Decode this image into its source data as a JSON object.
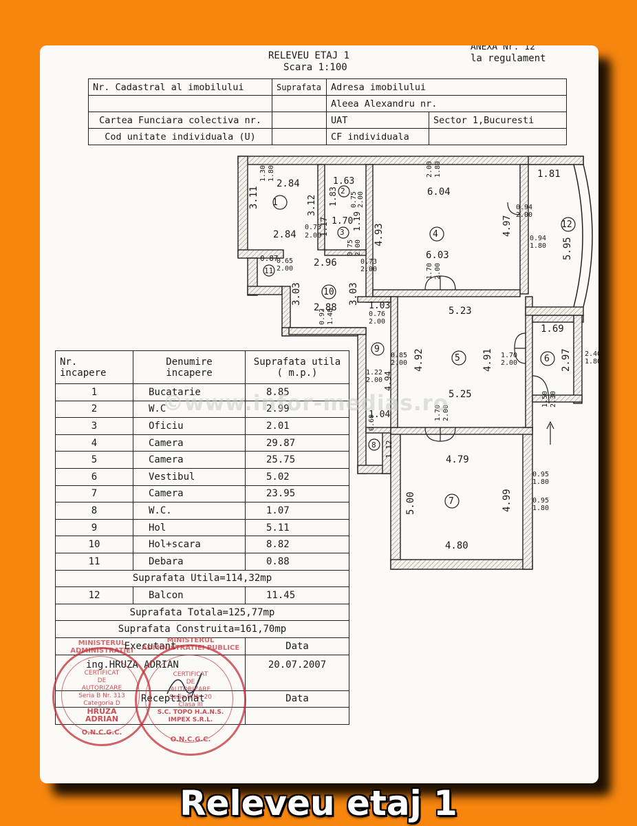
{
  "sheet": {
    "title": "RELEVEU ETAJ 1",
    "scale": "Scara 1:100",
    "annex_line1": "ANEXA Nr. 12",
    "annex_line2": "la regulament"
  },
  "header": {
    "nr_cadastral_label": "Nr. Cadastral al imobilului",
    "suprafata_label": "Suprafata",
    "adresa_label": "Adresa imobilului",
    "adresa_value": "Aleea Alexandru nr.",
    "carte_funciara_label": "Cartea Funciara colectiva nr.",
    "uat_label": "UAT",
    "uat_value": "Sector 1,Bucuresti",
    "cod_unitate_label": "Cod unitate individuala (U)",
    "cf_label": "CF individuala"
  },
  "legend": {
    "col_nr_1": "Nr.",
    "col_nr_2": "incapere",
    "col_den_1": "Denumire",
    "col_den_2": "incapere",
    "col_sup_1": "Suprafata utila",
    "col_sup_2": "( m.p.)",
    "rows": [
      {
        "nr": "1",
        "name": "Bucatarie",
        "area": "8.85"
      },
      {
        "nr": "2",
        "name": "W.C",
        "area": "2.99"
      },
      {
        "nr": "3",
        "name": "Oficiu",
        "area": "2.01"
      },
      {
        "nr": "4",
        "name": "Camera",
        "area": "29.87"
      },
      {
        "nr": "5",
        "name": "Camera",
        "area": "25.75"
      },
      {
        "nr": "6",
        "name": "Vestibul",
        "area": "5.02"
      },
      {
        "nr": "7",
        "name": "Camera",
        "area": "23.95"
      },
      {
        "nr": "8",
        "name": "W.C.",
        "area": "1.07"
      },
      {
        "nr": "9",
        "name": "Hol",
        "area": "5.11"
      },
      {
        "nr": "10",
        "name": "Hol+scara",
        "area": "8.82"
      },
      {
        "nr": "11",
        "name": "Debara",
        "area": "0.88"
      }
    ],
    "suprafata_utila": "Suprafata Utila=114,32mp",
    "balcon": {
      "nr": "12",
      "name": "Balcon",
      "area": "11.45"
    },
    "suprafata_totala": "Suprafata Totala=125,77mp",
    "suprafata_construita": "Suprafata Construita=161,70mp",
    "executant_label": "Executant",
    "data_label": "Data",
    "executant_name": "ing.HRUZA ADRIAN",
    "executant_date": "20.07.2007",
    "receptionat_label": "Receptionat",
    "data_label_2": "Data"
  },
  "plan": {
    "d_2_84_top": "2.84",
    "d_2_84_bot": "2.84",
    "d_3_11": "3.11",
    "d_1_30": "1.30",
    "d_1_80a": "1.80",
    "d_1_63": "1.63",
    "d_1_83": "1.83",
    "d_3_12": "3.12",
    "d_0_73a": "0.73",
    "d_2_00a": "2.00",
    "d_1_17": "1.17",
    "d_1_70a": "1.70",
    "d_0_75a": "0.75",
    "d_2_00b": "2.00",
    "d_1_19": "1.19",
    "d_0_75b": "0.75",
    "d_2_00c": "2.00",
    "d_6_04": "6.04",
    "d_2_00d": "2.00",
    "d_1_80b": "1.80",
    "d_4_93": "4.93",
    "d_6_03": "6.03",
    "d_4_97": "4.97",
    "d_0_94a": "0.94",
    "d_2_00e": "2.00",
    "d_0_94b": "0.94",
    "d_1_80c": "1.80",
    "d_1_81": "1.81",
    "d_5_95": "5.95",
    "d_0_87": "0.87",
    "d_0_65": "0.65",
    "d_2_00f": "2.00",
    "d_2_96": "2.96",
    "d_0_73b": "0.73",
    "d_2_00g": "2.00",
    "d_3_03a": "3.03",
    "d_3_03b": "3.03",
    "d_2_88": "2.88",
    "d_0_92": "0.92",
    "d_1_48": "1.48",
    "d_1_70b": "1.70",
    "d_2_00h": "2.00",
    "d_1_03": "1.03",
    "d_0_76": "0.76",
    "d_2_00i": "2.00",
    "d_5_23": "5.23",
    "d_1_69": "1.69",
    "d_0_85": "0.85",
    "d_2_00j": "2.00",
    "d_4_92": "4.92",
    "d_4_91": "4.91",
    "d_1_70c": "1.70",
    "d_2_00k": "2.00",
    "d_2_97": "2.97",
    "d_2_40": "2.40",
    "d_1_80d": "1.80",
    "d_1_22": "1.22",
    "d_2_00l": "2.00",
    "d_4_94": "4.94",
    "d_5_25": "5.25",
    "d_1_50": "1.50",
    "d_2_30": "2.30",
    "d_1_04": "1.04",
    "d_0_60": "0.60",
    "d_1_12": "1.12",
    "d_1_70d": "1.70",
    "d_2_00m": "2.00",
    "d_4_79": "4.79",
    "d_0_95a": "0.95",
    "d_1_80e": "1.80",
    "d_5_00": "5.00",
    "d_4_99": "4.99",
    "d_0_95b": "0.95",
    "d_1_80f": "1.80",
    "d_4_80": "4.80",
    "room_1": "1",
    "room_2": "2",
    "room_3": "3",
    "room_4": "4",
    "room_5": "5",
    "room_6": "6",
    "room_7": "7",
    "room_8": "8",
    "room_9": "9",
    "room_10": "10",
    "room_11": "11",
    "room_12": "12"
  },
  "watermark": "©www.infor-medias.ro",
  "stamp_left": {
    "ring_text": "MINISTERUL ADMINISTRATIEI",
    "line1": "CERTIFICAT",
    "line2": "DE",
    "line3": "AUTORIZARE",
    "line4": "Seria B Nr. 313",
    "line5": "Categoria D",
    "line6": "HRUZA",
    "line7": "ADRIAN",
    "line8": "O.N.C.G.C."
  },
  "stamp_right": {
    "ring_text": "MINISTERUL ADMINISTRATIEI PUBLICE",
    "line1": "CERTIFICAT",
    "line2": "DE",
    "line3": "AUTORIZARE",
    "line4": "Seria B Nr. 20",
    "line5": "Clasa III",
    "line6": "S.C. TOPO H.A.N.S.",
    "line7": "IMPEX S.R.L.",
    "line8": "O.N.C.G.C."
  },
  "caption": "Releveu etaj 1",
  "colors": {
    "background": "#f7860f",
    "paper": "#fbfaf6",
    "stamp": "#c0303a"
  }
}
